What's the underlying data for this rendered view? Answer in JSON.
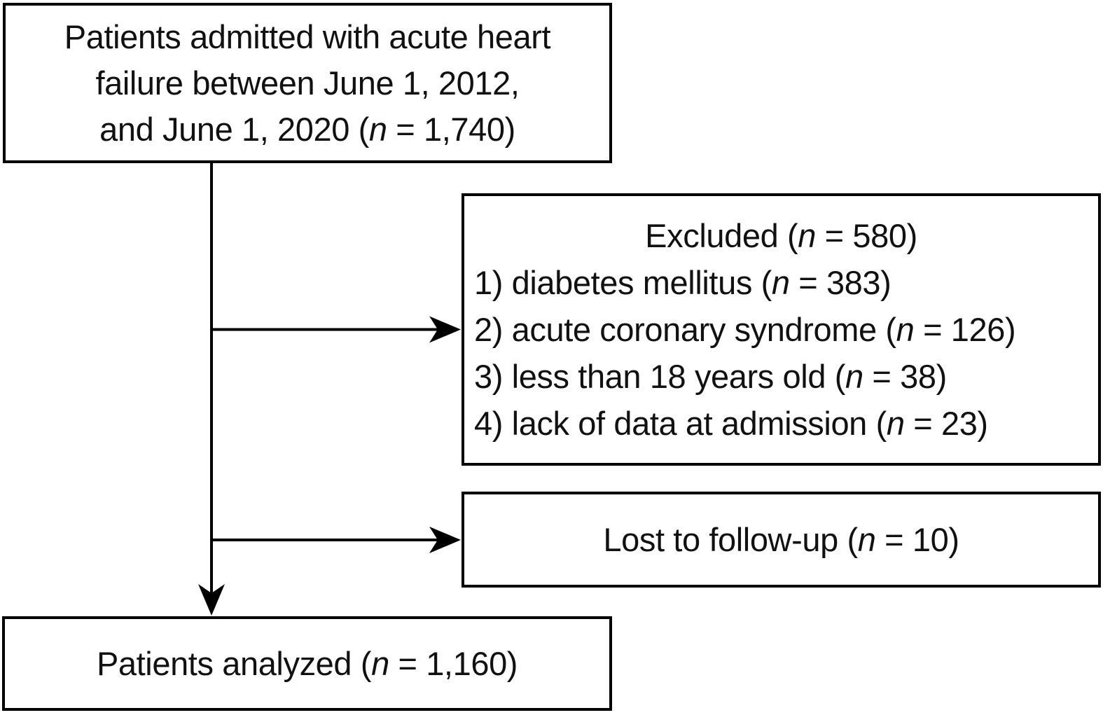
{
  "figure": {
    "type": "patient-flow-diagram",
    "colors": {
      "background": "#ffffff",
      "text": "#111111",
      "box_border": "#000000",
      "arrow": "#000000"
    },
    "admitted": {
      "lines": [
        {
          "text": "Patients admitted with acute heart"
        },
        {
          "text": "failure between June 1, 2012,"
        },
        {
          "pre": "and June 1, 2020 (",
          "var": "n",
          "post": " = 1,740)"
        }
      ]
    },
    "excluded": {
      "title": {
        "pre": "Excluded (",
        "var": "n",
        "post": " = 580)"
      },
      "items": [
        {
          "pre": "1) diabetes mellitus (",
          "var": "n",
          "post": " = 383)"
        },
        {
          "pre": "2) acute coronary syndrome (",
          "var": "n",
          "post": " = 126)"
        },
        {
          "pre": "3) less than 18 years old (",
          "var": "n",
          "post": " = 38)"
        },
        {
          "pre": "4) lack of data at admission (",
          "var": "n",
          "post": " = 23)"
        }
      ]
    },
    "lost": {
      "pre": "Lost to follow-up (",
      "var": "n",
      "post": " = 10)"
    },
    "analyzed": {
      "pre": "Patients analyzed (",
      "var": "n",
      "post": " = 1,160)"
    }
  }
}
